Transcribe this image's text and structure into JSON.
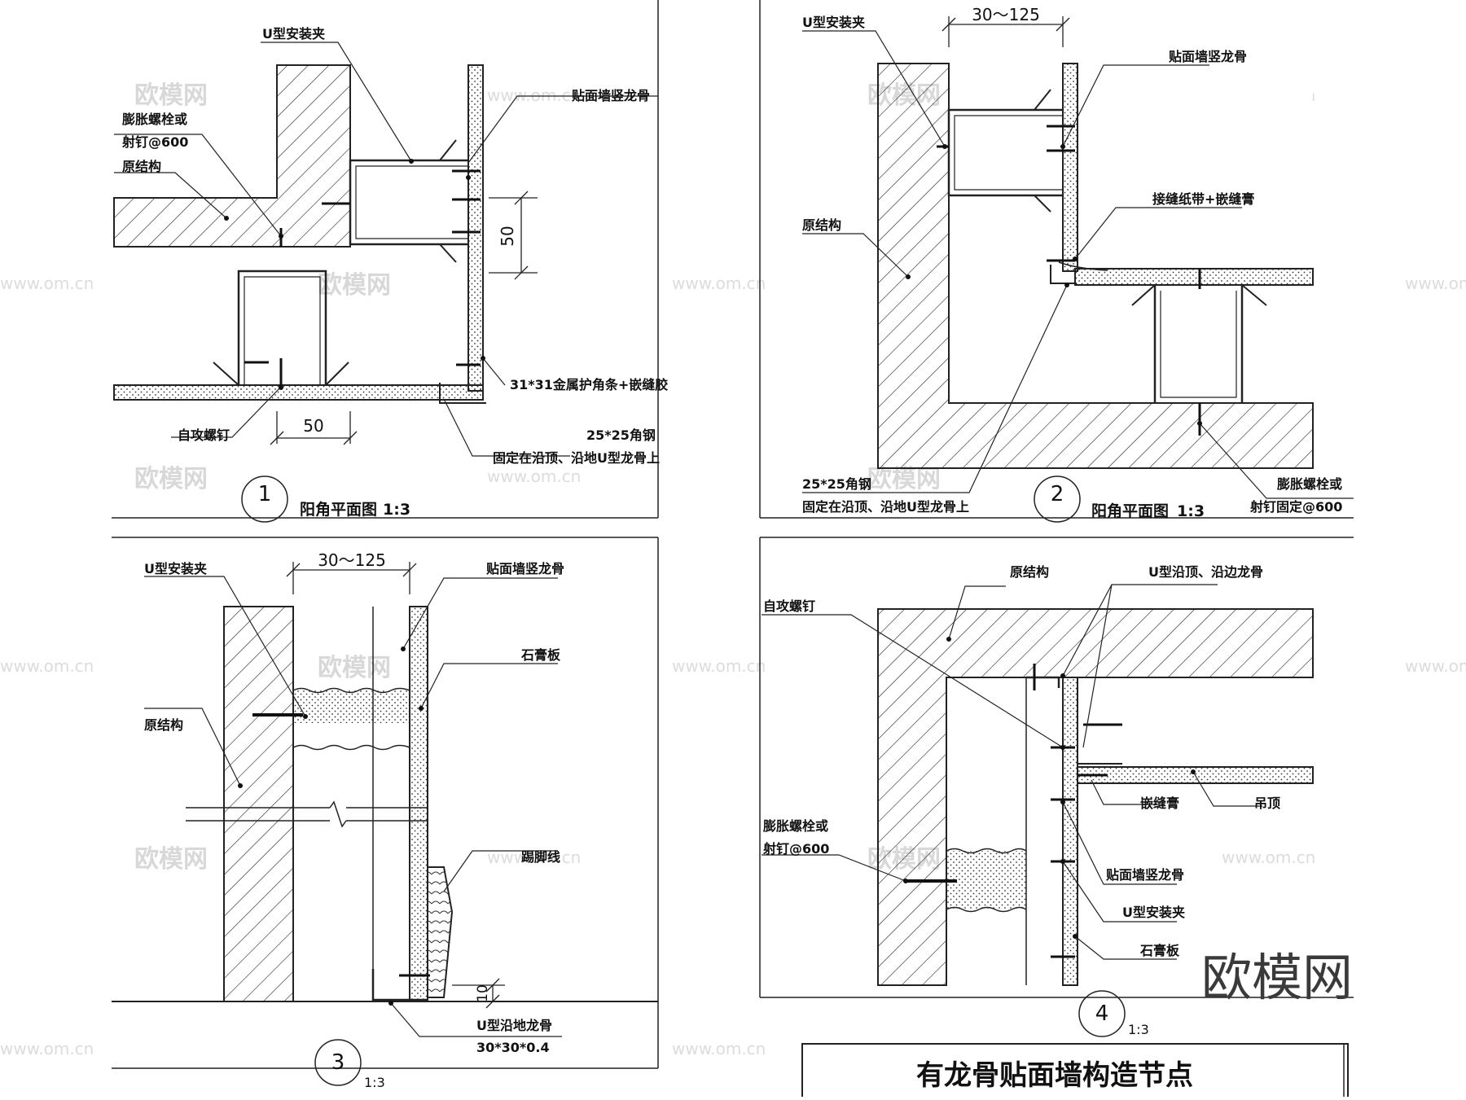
{
  "drawing_title": "有龙骨贴面墙构造节点",
  "brand": "欧模网",
  "watermark_cn": "欧模网",
  "watermark_url": "www.om.cn",
  "details": [
    {
      "number": "1",
      "title": "阳角平面图",
      "scale": "1:3",
      "labels": {
        "u_clip": "U型安装夹",
        "stud": "贴面墙竖龙骨",
        "bolt_1": "膨胀螺栓或",
        "bolt_2": "射钉@600",
        "structure": "原结构",
        "corner_bead": "31*31金属护角条+嵌缝胶",
        "screw": "自攻螺钉",
        "angle_1": "25*25角钢",
        "angle_2": "固定在沿顶、沿地U型龙骨上"
      },
      "dims": {
        "a": "50",
        "b": "50"
      }
    },
    {
      "number": "2",
      "title": "阳角平面图",
      "scale": "1:3",
      "labels": {
        "u_clip": "U型安装夹",
        "stud": "贴面墙竖龙骨",
        "tape": "接缝纸带+嵌缝膏",
        "structure": "原结构",
        "angle_1": "25*25角钢",
        "angle_2": "固定在沿顶、沿地U型龙骨上",
        "bolt_1": "膨胀螺栓或",
        "bolt_2": "射钉固定@600"
      },
      "dims": {
        "a": "30～125"
      }
    },
    {
      "number": "3",
      "scale": "1:3",
      "labels": {
        "u_clip": "U型安装夹",
        "stud": "贴面墙竖龙骨",
        "gypsum": "石膏板",
        "structure": "原结构",
        "skirting": "踢脚线",
        "floor_track_1": "U型沿地龙骨",
        "floor_track_2": "30*30*0.4"
      },
      "dims": {
        "a": "30～125",
        "b": "10"
      }
    },
    {
      "number": "4",
      "scale": "1:3",
      "labels": {
        "structure": "原结构",
        "tracks": "U型沿顶、沿边龙骨",
        "screw": "自攻螺钉",
        "filler": "嵌缝膏",
        "ceiling": "吊顶",
        "bolt_1": "膨胀螺栓或",
        "bolt_2": "射钉@600",
        "stud": "贴面墙竖龙骨",
        "u_clip": "U型安装夹",
        "gypsum": "石膏板"
      }
    }
  ]
}
